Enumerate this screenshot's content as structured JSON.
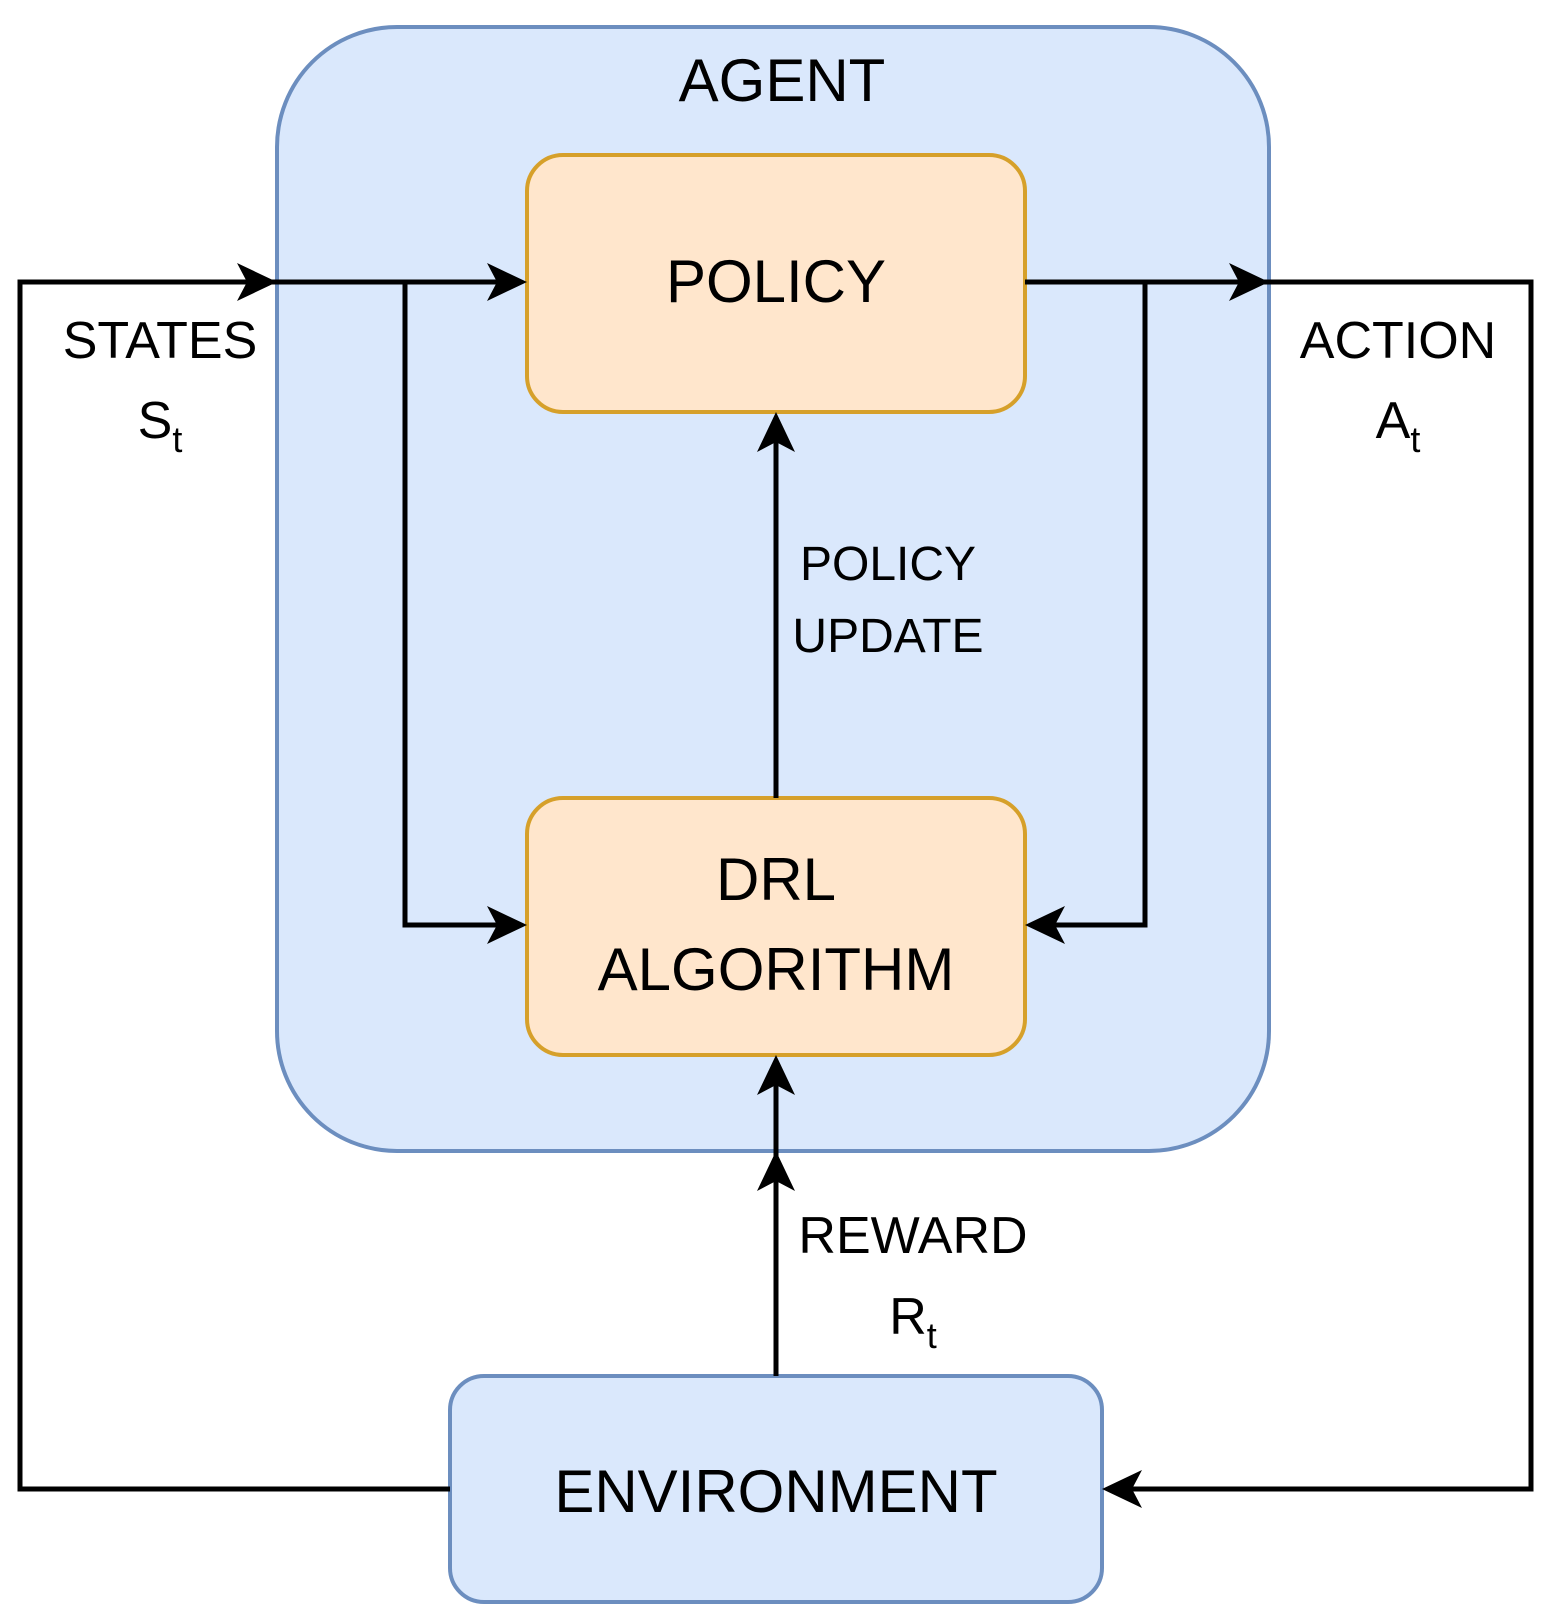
{
  "agent": {
    "title": "AGENT"
  },
  "policy": {
    "label": "POLICY"
  },
  "drl_algorithm": {
    "line1": "DRL",
    "line2": "ALGORITHM"
  },
  "environment": {
    "label": "ENVIRONMENT"
  },
  "states": {
    "label": "STATES",
    "symbol": "S",
    "subscript": "t"
  },
  "action": {
    "label": "ACTION",
    "symbol": "A",
    "subscript": "t"
  },
  "policy_update": {
    "line1": "POLICY",
    "line2": "UPDATE"
  },
  "reward": {
    "label": "REWARD",
    "symbol": "R",
    "subscript": "t"
  },
  "colors": {
    "agent_fill": "#dae8fc",
    "agent_stroke": "#6c8ebf",
    "inner_fill": "#ffe6cc",
    "inner_stroke": "#d6a02a",
    "line": "#000000"
  }
}
